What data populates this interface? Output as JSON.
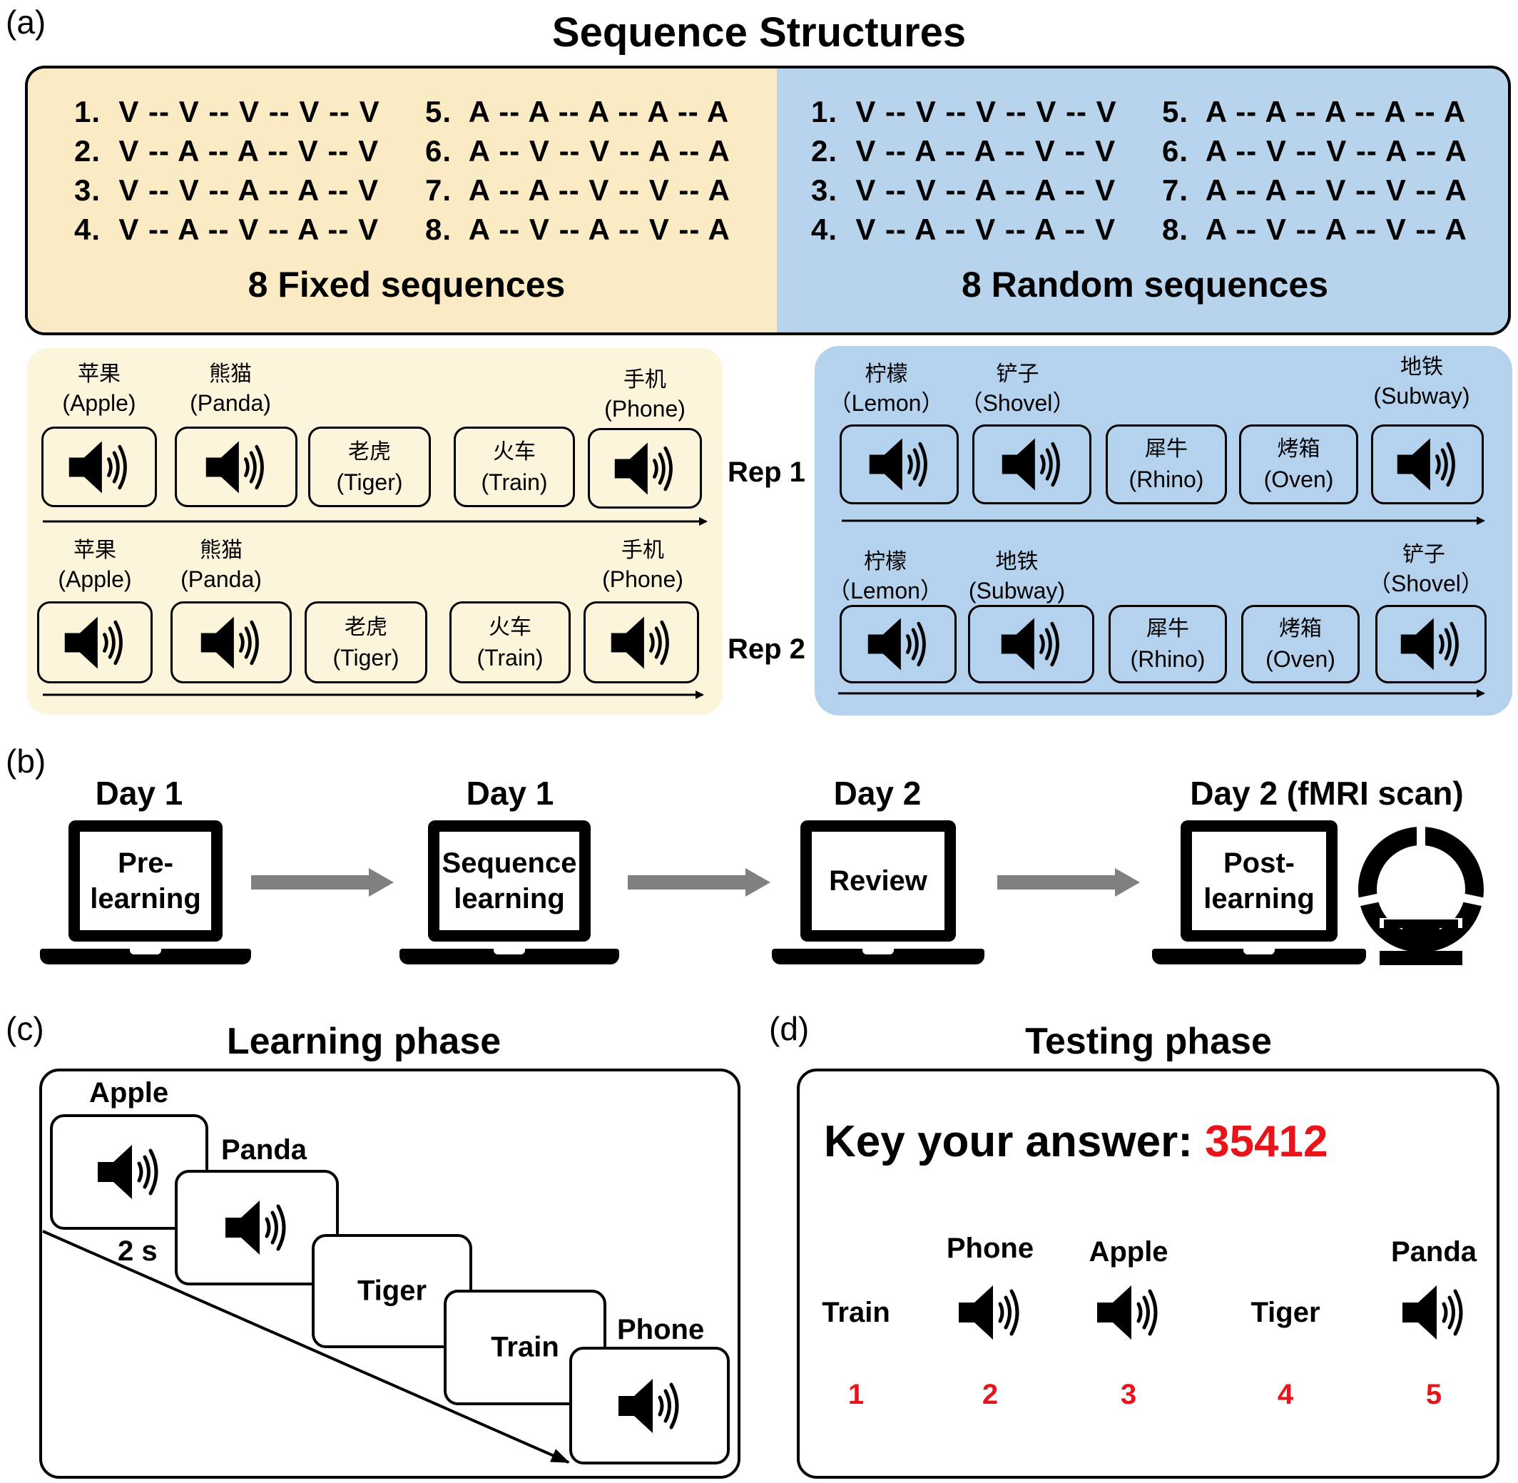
{
  "panel_labels": {
    "a": "(a)",
    "b": "(b)",
    "c": "(c)",
    "d": "(d)"
  },
  "section_a": {
    "title": "Sequence Structures",
    "fixed": {
      "caption": "8 Fixed sequences",
      "sequences": [
        "1.  V -- V -- V -- V -- V",
        "2.  V -- A -- A -- V -- V",
        "3.  V -- V -- A -- A -- V",
        "4.  V -- A -- V -- A -- V",
        "5.  A -- A -- A -- A -- A",
        "6.  A -- V -- V -- A -- A",
        "7.  A -- A -- V -- V -- A",
        "8.  A -- V -- A -- V -- A"
      ],
      "rep1": [
        {
          "cn": "苹果",
          "en": "(Apple)",
          "kind": "audio"
        },
        {
          "cn": "熊猫",
          "en": "(Panda)",
          "kind": "audio"
        },
        {
          "cn": "老虎",
          "en": "(Tiger)",
          "kind": "visual"
        },
        {
          "cn": "火车",
          "en": "(Train)",
          "kind": "visual"
        },
        {
          "cn": "手机",
          "en": "(Phone)",
          "kind": "audio"
        }
      ],
      "rep2": [
        {
          "cn": "苹果",
          "en": "(Apple)",
          "kind": "audio"
        },
        {
          "cn": "熊猫",
          "en": "(Panda)",
          "kind": "audio"
        },
        {
          "cn": "老虎",
          "en": "(Tiger)",
          "kind": "visual"
        },
        {
          "cn": "火车",
          "en": "(Train)",
          "kind": "visual"
        },
        {
          "cn": "手机",
          "en": "(Phone)",
          "kind": "audio"
        }
      ]
    },
    "random": {
      "caption": "8 Random sequences",
      "sequences": [
        "1.  V -- V -- V -- V -- V",
        "2.  V -- A -- A -- V -- V",
        "3.  V -- V -- A -- A -- V",
        "4.  V -- A -- V -- A -- V",
        "5.  A -- A -- A -- A -- A",
        "6.  A -- V -- V -- A -- A",
        "7.  A -- A -- V -- V -- A",
        "8.  A -- V -- A -- V -- A"
      ],
      "rep1": [
        {
          "cn": "柠檬",
          "en": "（Lemon）",
          "kind": "audio"
        },
        {
          "cn": "铲子",
          "en": "（Shovel）",
          "kind": "audio"
        },
        {
          "cn": "犀牛",
          "en": "(Rhino)",
          "kind": "visual"
        },
        {
          "cn": "烤箱",
          "en": "(Oven)",
          "kind": "visual"
        },
        {
          "cn": "地铁",
          "en": "(Subway)",
          "kind": "audio"
        }
      ],
      "rep2": [
        {
          "cn": "柠檬",
          "en": "（Lemon）",
          "kind": "audio"
        },
        {
          "cn": "地铁",
          "en": "(Subway)",
          "kind": "audio"
        },
        {
          "cn": "犀牛",
          "en": "(Rhino)",
          "kind": "visual"
        },
        {
          "cn": "烤箱",
          "en": "(Oven)",
          "kind": "visual"
        },
        {
          "cn": "铲子",
          "en": "（Shovel）",
          "kind": "audio"
        }
      ]
    },
    "rep_labels": [
      "Rep 1",
      "Rep 2"
    ]
  },
  "section_b": {
    "steps": [
      {
        "day": "Day 1",
        "screen": "Pre-\nlearning"
      },
      {
        "day": "Day 1",
        "screen": "Sequence\nlearning"
      },
      {
        "day": "Day 2",
        "screen": "Review"
      },
      {
        "day": "Day 2 (fMRI scan)",
        "screen": "Post-\nlearning"
      }
    ]
  },
  "section_c": {
    "title": "Learning phase",
    "frames": [
      {
        "label": "Apple",
        "kind": "audio"
      },
      {
        "label": "Panda",
        "kind": "audio"
      },
      {
        "label": "Tiger",
        "kind": "visual"
      },
      {
        "label": "Train",
        "kind": "visual"
      },
      {
        "label": "Phone",
        "kind": "audio"
      }
    ],
    "duration": "2 s"
  },
  "section_d": {
    "title": "Testing phase",
    "prompt": "Key your answer:",
    "answer": "35412",
    "items": [
      {
        "label": "Train",
        "kind": "visual",
        "num": "1"
      },
      {
        "label": "Phone",
        "kind": "audio",
        "num": "2"
      },
      {
        "label": "Apple",
        "kind": "audio",
        "num": "3"
      },
      {
        "label": "Tiger",
        "kind": "visual",
        "num": "4"
      },
      {
        "label": "Panda",
        "kind": "audio",
        "num": "5"
      }
    ]
  },
  "colors": {
    "fixed_bg": "#fbebc4",
    "fixed_light": "#fdf4dc",
    "random_bg": "#b8d3ec",
    "random_light": "#b4d2ee",
    "arrow_gray": "#808080",
    "answer_red": "#e8141a"
  }
}
